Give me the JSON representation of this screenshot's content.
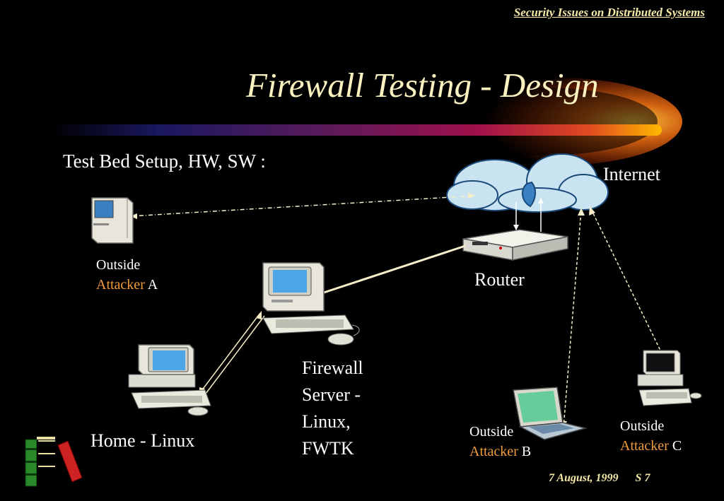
{
  "header": {
    "course": "Security Issues on Distributed Systems"
  },
  "slide": {
    "title": "Firewall Testing - Design",
    "subtitle": "Test Bed Setup, HW, SW :"
  },
  "nodes": {
    "internet": "Internet",
    "router": "Router",
    "firewall": [
      "Firewall",
      "Server -",
      "Linux,",
      "FWTK"
    ],
    "home": "Home - Linux",
    "attacker_a": {
      "line1": "Outside",
      "word": "Attacker",
      "id": "A"
    },
    "attacker_b": {
      "line1": "Outside",
      "word": "Attacker",
      "id": "B"
    },
    "attacker_c": {
      "line1": "Outside",
      "word": "Attacker",
      "id": "C"
    }
  },
  "footer": {
    "date": "7 August, 1999",
    "slide_no": "S 7"
  },
  "colors": {
    "accent": "#f29b3c",
    "title": "#fbf2c0",
    "header": "#f5e9a8"
  },
  "icons": [
    "cloud-icon",
    "router-icon",
    "desktop-computer-icon",
    "laptop-icon",
    "books-icon"
  ]
}
